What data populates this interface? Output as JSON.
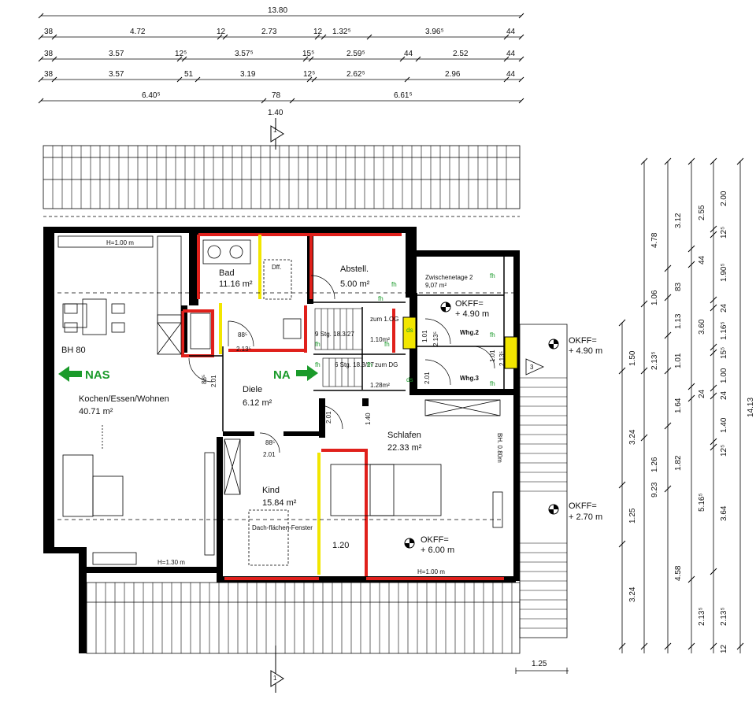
{
  "dims_top": {
    "total": "13.80",
    "row1": [
      "38",
      "4.72",
      "12",
      "2.73",
      "12",
      "1.32⁵",
      "3.96⁵",
      "44"
    ],
    "row2": [
      "38",
      "3.57",
      "12⁵",
      "3.57⁵",
      "15⁵",
      "2.59⁵",
      "44",
      "2.52",
      "44"
    ],
    "row3": [
      "38",
      "3.57",
      "51",
      "3.19",
      "12⁵",
      "2.62⁵",
      "2.96",
      "44"
    ],
    "row4": [
      "6.40⁵",
      "78",
      "6.61⁵"
    ],
    "row5": "1.40"
  },
  "section_marker": "1",
  "stair_marker": "3",
  "rooms": {
    "bad": {
      "name": "Bad",
      "area": "11.16 m²"
    },
    "abstell": {
      "name": "Abstell.",
      "area": "5.00 m²"
    },
    "zwischenetage": {
      "name": "Zwischenetage 2",
      "area": "9,07 m²"
    },
    "kochen": {
      "name": "Kochen/Essen/Wohnen",
      "area": "40.71 m²"
    },
    "diele": {
      "name": "Diele",
      "area": "6.12 m²"
    },
    "schlafen": {
      "name": "Schlafen",
      "area": "22.33 m²"
    },
    "kind": {
      "name": "Kind",
      "area": "15.84 m²"
    }
  },
  "labels": {
    "h100_top": "H=1.00 m",
    "h130": "H=1.30 m",
    "h100_bottom": "H=1.00 m",
    "bh80": "BH 80",
    "bh080": "BH. 0.80m",
    "nas": "NAS",
    "na": "NA",
    "dff": "Dff.",
    "fh": "fh",
    "ds": "ds",
    "stairs1": "9 Stg. 18.3/27",
    "stairs2": "6 Stg. 18.3/27",
    "zum_og": "zum 1.OG",
    "zum_og_area": "1.10m²",
    "zum_dg": "zum DG",
    "zum_dg_area": "1.28m²",
    "whg2": "Whg.2",
    "whg3": "Whg.3",
    "dachflaechen": "Dach-flächen-Fenster",
    "dim_120": "1.20",
    "dim_125": "1.25",
    "dim_140": "1.40",
    "dim_101": "1.01",
    "dim_213": "2.13⁵",
    "dim_201": "2.01",
    "dim_88": "88⁵"
  },
  "okff": [
    {
      "label": "OKFF=",
      "value": "+ 4.90 m"
    },
    {
      "label": "OKFF=",
      "value": "+ 4.90 m"
    },
    {
      "label": "OKFF=",
      "value": "+ 2.70 m"
    },
    {
      "label": "OKFF=",
      "value": "+ 6.00 m"
    }
  ],
  "dims_right": {
    "col1": [
      "1.50",
      "3.24",
      "1.25",
      "3.24"
    ],
    "col2": [
      "4.78",
      "1.06",
      "2.13⁵",
      "1.26",
      "9.23"
    ],
    "col3": [
      "3.12",
      "83",
      "1.13",
      "1.01",
      "1.64",
      "1.82",
      "4.58"
    ],
    "col4": [
      "2.55",
      "44",
      "3.60",
      "24",
      "5.16⁵",
      "2.13⁵"
    ],
    "col5": [
      "2.00",
      "12⁵",
      "1.90⁵",
      "24",
      "1.16⁵",
      "15⁵",
      "1.00",
      "24",
      "1.40",
      "12⁵",
      "3.64",
      "2.13⁵",
      "12"
    ],
    "col6": "14.13"
  },
  "colors": {
    "red": "#e0201b",
    "yellow": "#f2e600",
    "green": "#1a9a2a",
    "wall": "#000000"
  }
}
